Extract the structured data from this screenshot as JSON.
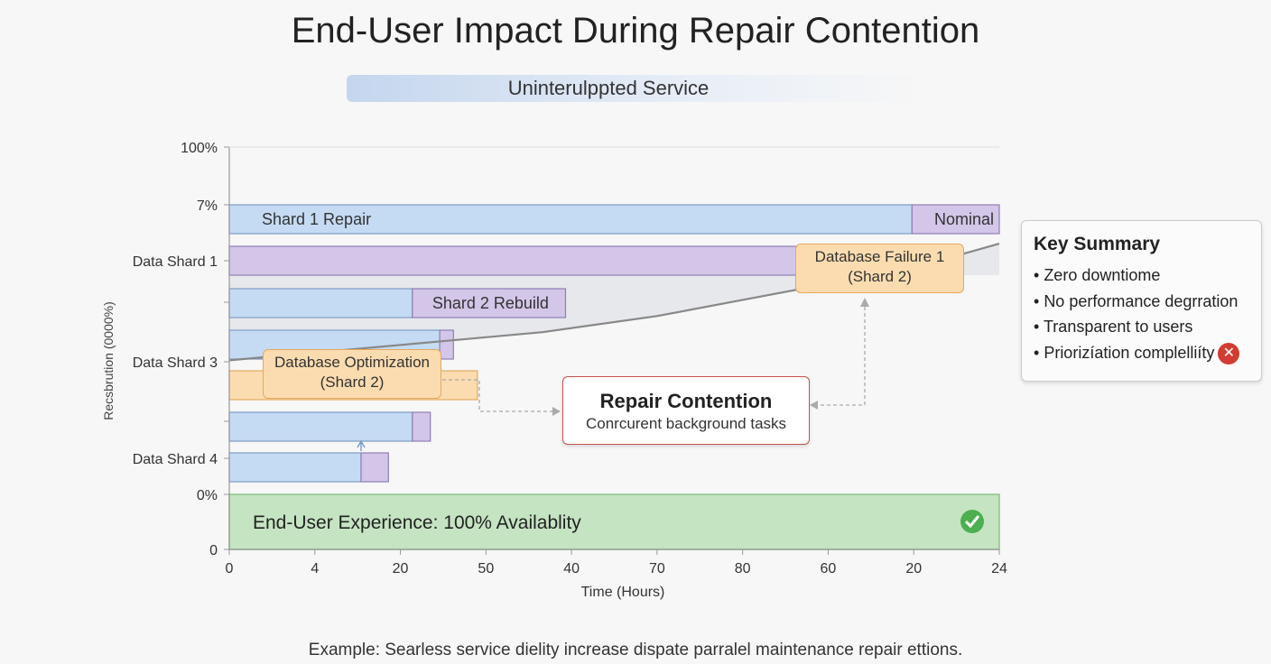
{
  "title": "End-User Impact During Repair Contention",
  "banner": "Uninterulppted Service",
  "chart_data": {
    "type": "gantt",
    "ylabel": "Recsbrution (0000%)",
    "xlabel": "Time (Hours)",
    "x_tick_labels": [
      "0",
      "4",
      "20",
      "50",
      "40",
      "70",
      "80",
      "60",
      "20",
      "24"
    ],
    "y_tick_labels": [
      "100%",
      "7%",
      "Data Shard 1",
      "",
      "Data Shard 3",
      "",
      "Data Shard 4",
      "0%",
      "0"
    ],
    "grid": false,
    "colors": {
      "blue": "#c5dbf3",
      "purple": "#d3c6e8",
      "orange": "#fbdcb0",
      "green": "#c5e4c2",
      "line": "#888888",
      "area": "#e6e8ec"
    },
    "rows": [
      {
        "segments": [
          {
            "start": 0,
            "end": 7.98,
            "color": "blue",
            "label": "Shard 1 Repair"
          },
          {
            "start": 7.98,
            "end": 9,
            "color": "purple",
            "label": "Nominal"
          }
        ]
      },
      {
        "segments": [
          {
            "start": 0,
            "end": 7.2,
            "color": "purple",
            "label": ""
          }
        ]
      },
      {
        "segments": [
          {
            "start": 0,
            "end": 2.14,
            "color": "blue",
            "label": ""
          },
          {
            "start": 2.14,
            "end": 3.93,
            "color": "purple",
            "label": "Shard 2 Rebuild"
          }
        ]
      },
      {
        "segments": [
          {
            "start": 0,
            "end": 2.46,
            "color": "blue",
            "label": ""
          },
          {
            "start": 2.46,
            "end": 2.62,
            "color": "purple",
            "label": ""
          }
        ]
      },
      {
        "segments": [
          {
            "start": 0,
            "end": 2.9,
            "color": "orange",
            "label": ""
          }
        ]
      },
      {
        "segments": [
          {
            "start": 0,
            "end": 2.14,
            "color": "blue",
            "label": ""
          },
          {
            "start": 2.14,
            "end": 2.35,
            "color": "purple",
            "label": ""
          }
        ]
      },
      {
        "segments": [
          {
            "start": 0,
            "end": 1.54,
            "color": "blue",
            "label": ""
          },
          {
            "start": 1.54,
            "end": 1.86,
            "color": "purple",
            "label": ""
          }
        ]
      }
    ],
    "trend_line": [
      [
        0,
        0.47
      ],
      [
        2.62,
        0.52
      ],
      [
        3.66,
        0.54
      ],
      [
        5.0,
        0.58
      ],
      [
        6.0,
        0.62
      ],
      [
        7.0,
        0.66
      ],
      [
        8.0,
        0.7
      ],
      [
        9,
        0.76
      ]
    ],
    "availability_band": {
      "label": "End-User Experience: 100% Availablity",
      "icon": "check-circle-icon"
    }
  },
  "callouts": {
    "optimization": [
      "Database Optimization",
      "(Shard 2)"
    ],
    "failure": [
      "Database Failure 1",
      "(Shard 2)"
    ],
    "contention": {
      "title": "Repair Contention",
      "subtitle": "Conrcurent background tasks"
    }
  },
  "summary": {
    "title": "Key Summary",
    "items": [
      "Zero downtiome",
      "No performance degrration",
      "Transparent to users",
      "Priorizíation complelliíty"
    ],
    "last_item_icon": "x-circle-icon"
  },
  "caption": "Example: Searless service dielity increase dispate parralel maintenance repair ettions."
}
